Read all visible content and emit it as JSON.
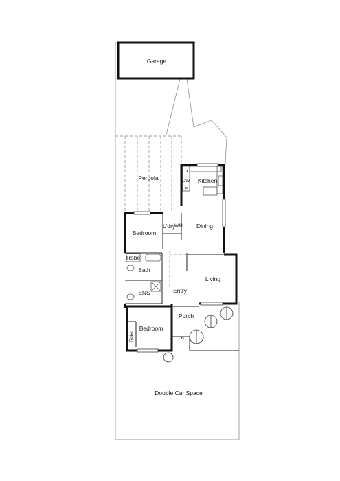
{
  "rooms": {
    "garage": "Garage",
    "pergola": "Pergola",
    "kitchen": "Kitchen",
    "pantry": "P",
    "fridge": "F",
    "laundry": "L'dry",
    "washing_machine": "WM",
    "dining": "Dining",
    "bedroom_1": "Bedroom",
    "robe_1": "Robe",
    "bath": "Bath",
    "ensuite": "ENS",
    "entry": "Entry",
    "living": "Living",
    "porch": "Porch",
    "bedroom_2": "Bedroom",
    "robe_2": "Robe",
    "double_car_space": "Double Car Space"
  },
  "fixtures": {
    "dishwasher": "DW",
    "letterbox": "LB"
  }
}
